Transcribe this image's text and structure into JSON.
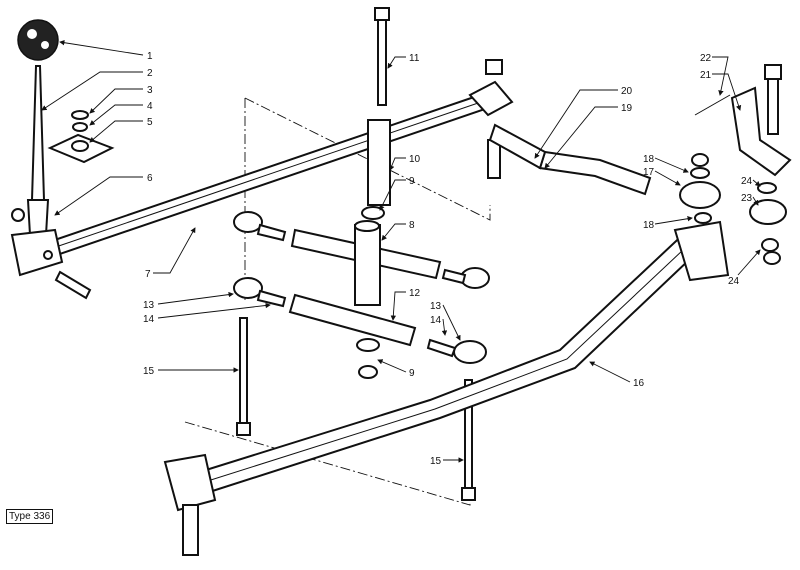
{
  "callouts": {
    "c1": "1",
    "c2": "2",
    "c3": "3",
    "c4": "4",
    "c5": "5",
    "c6": "6",
    "c7": "7",
    "c8": "8",
    "c9a": "9",
    "c9b": "9",
    "c10": "10",
    "c11": "11",
    "c12": "12",
    "c13a": "13",
    "c13b": "13",
    "c14a": "14",
    "c14b": "14",
    "c15a": "15",
    "c15b": "15",
    "c16": "16",
    "c17": "17",
    "c18a": "18",
    "c18b": "18",
    "c19": "19",
    "c20": "20",
    "c21": "21",
    "c22": "22",
    "c23": "23",
    "c24a": "24",
    "c24b": "24"
  },
  "type_label": "Type 336"
}
